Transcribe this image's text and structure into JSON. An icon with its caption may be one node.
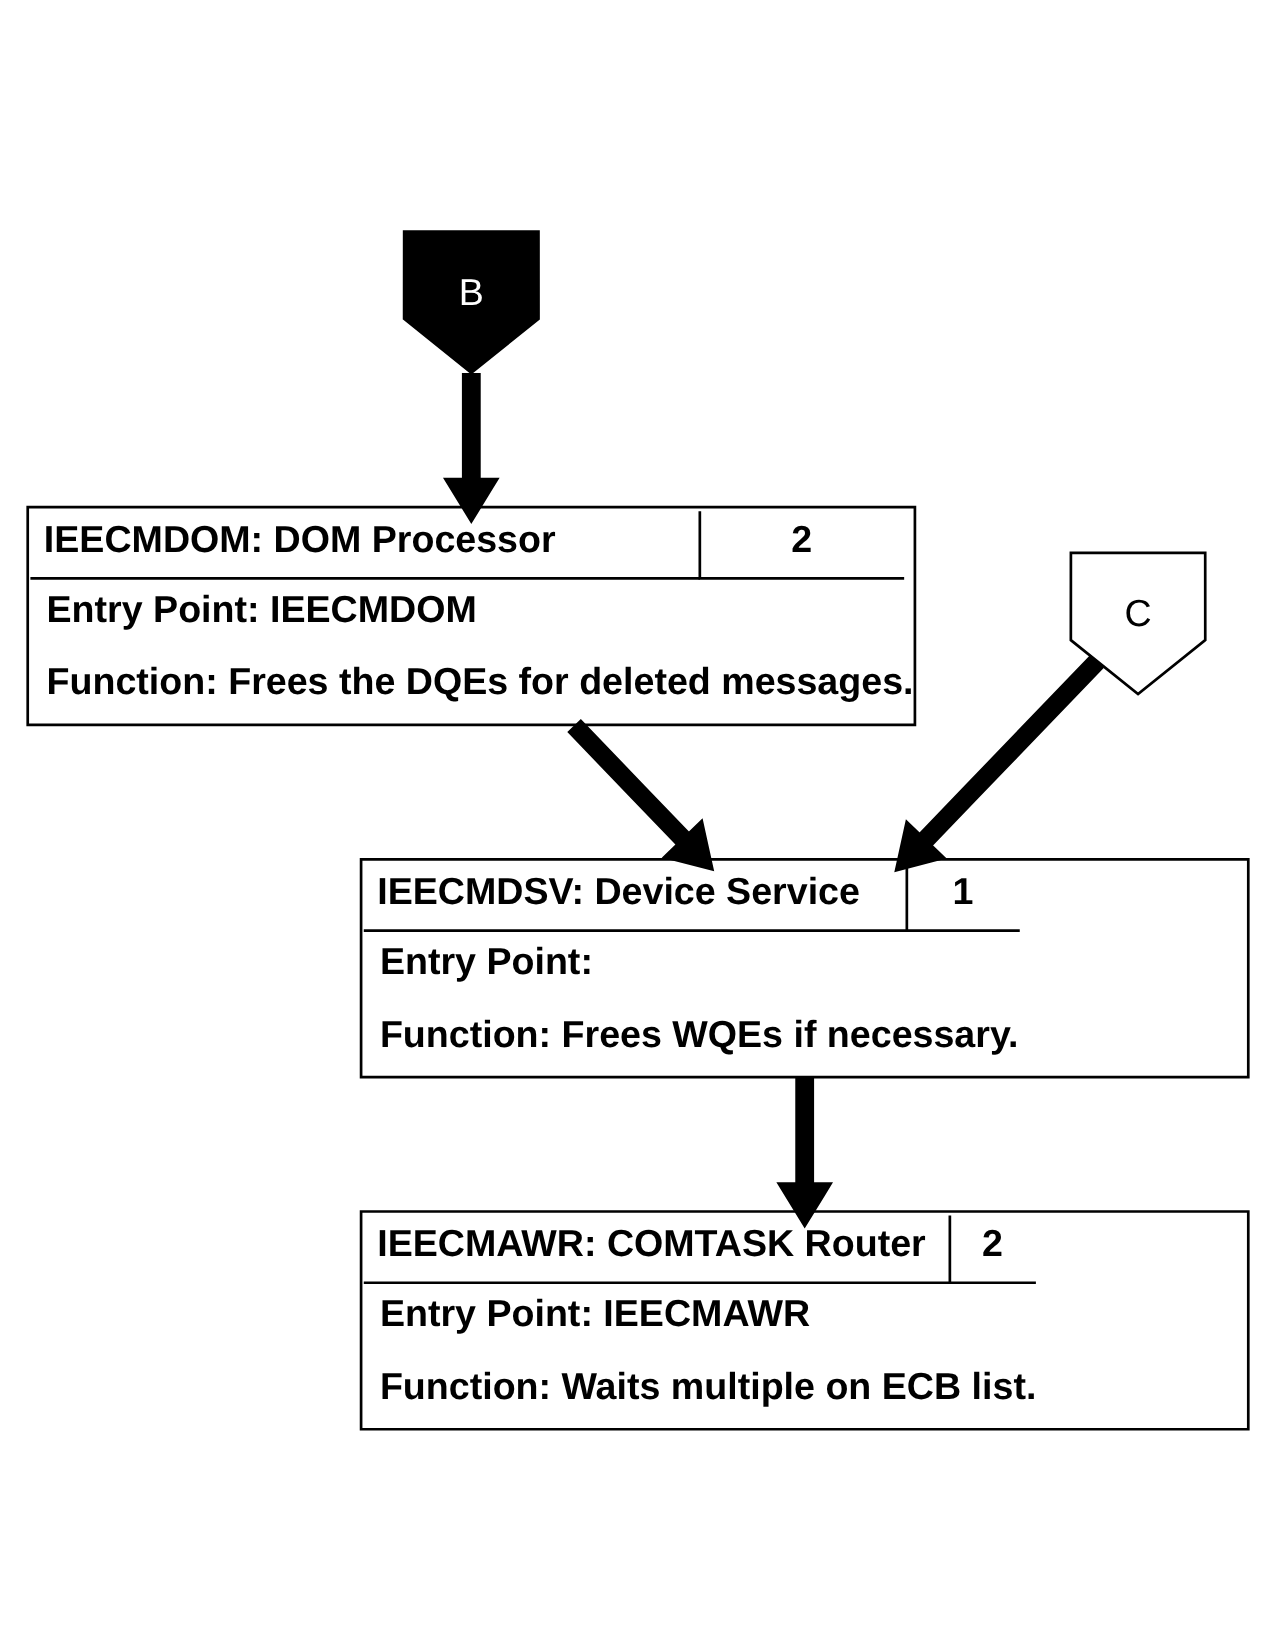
{
  "diagram": {
    "nodes": [
      {
        "text": [
          "B"
        ]
      },
      {
        "text": [
          "IEECMDOM: DOM Processor",
          "2",
          "Entry Point: IEECMDOM",
          "Function: Frees the DQEs for deleted messages."
        ]
      },
      {
        "text": [
          "C"
        ]
      },
      {
        "text": [
          "IEECMDSV: Device Service",
          "1",
          "Entry Point:",
          "Function: Frees WQEs if necessary."
        ]
      },
      {
        "text": [
          "IEECMAWR: COMTASK Router",
          "2",
          "Entry Point: IEECMAWR",
          "Function: Waits multiple on ECB list."
        ]
      }
    ],
    "edges": [
      {
        "from": 0,
        "to": 1,
        "arrow": "to"
      },
      {
        "from": 1,
        "to": 3,
        "arrow": "to"
      },
      {
        "from": 2,
        "to": 3,
        "arrow": "to"
      },
      {
        "from": 3,
        "to": 4,
        "arrow": "to"
      }
    ]
  }
}
